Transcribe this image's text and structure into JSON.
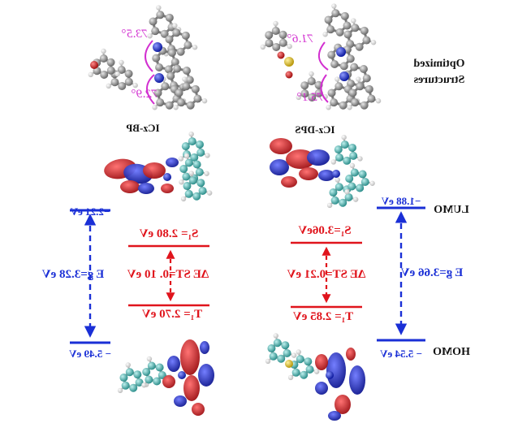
{
  "colors": {
    "blue": "#1a2fd6",
    "red": "#e0141c",
    "magenta": "#d22fd0",
    "black": "#111111",
    "carbon": "#8e8e8e",
    "carbon_cyan": "#58b9b6",
    "nitrogen": "#2236d6",
    "orbital_red": "#d3161b",
    "orbital_blue": "#1924c8",
    "sulfur": "#e2c524",
    "oxygen": "#d21f1f"
  },
  "labels": {
    "structures_line1": "Optimized",
    "structures_line2": "Structures",
    "icz_bp": "ICz-BP",
    "icz_dps": "ICz-DPS",
    "lumo": "LUMO",
    "homo": "HOMO",
    "bp_lumo": "−2.21 eV",
    "bp_homo": "− 5.49 eV",
    "bp_eg": "E g=3.28 eV",
    "bp_s1": "S₁= 2.80 eV",
    "bp_t1": "T₁= 2.70 eV",
    "bp_dest": "ΔE ST=0. 10 eV",
    "dps_lumo": "−1.88 eV",
    "dps_homo": "− 5.54 eV",
    "dps_eg": "E g=3.66 eV",
    "dps_s1": "S₁=3.06eV",
    "dps_t1": "T₁= 2.85 eV",
    "dps_dest": "ΔE ST=0.21 eV",
    "angle_bp_top": "73.5°",
    "angle_bp_bottom": "72.9°",
    "angle_dps_top": "71.6°",
    "angle_dps_bottom": "75.1°"
  }
}
